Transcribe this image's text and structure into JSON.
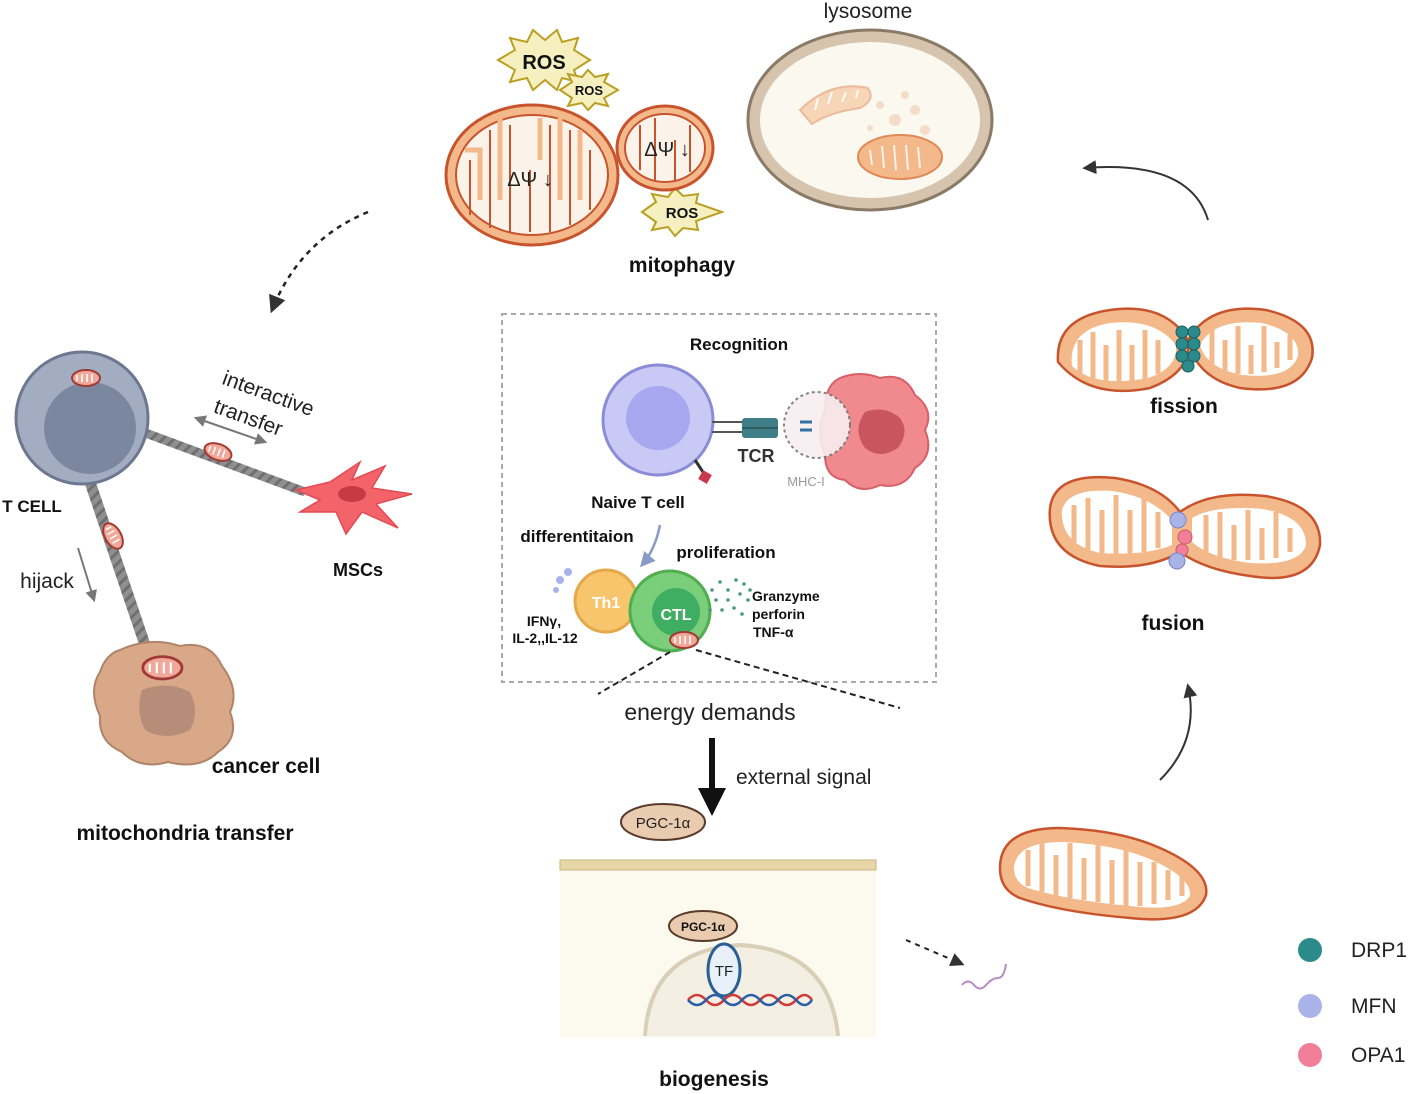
{
  "labels": {
    "lysosome": "lysosome",
    "ros_big": "ROS",
    "ros_small": "ROS",
    "ros_bottom": "ROS",
    "delta_psi_left": "ΔΨ ↓",
    "delta_psi_right": "ΔΨ ↓",
    "mitophagy": "mitophagy",
    "recognition": "Recognition",
    "tcr": "TCR",
    "mhc": "MHC-I",
    "naive_t_cell": "Naive T cell",
    "differentiation": "differentitaion",
    "proliferation": "proliferation",
    "th1": "Th1",
    "ctl": "CTL",
    "cytokines_line1": "IFNγ,",
    "cytokines_line2": "IL-2,,IL-12",
    "granzyme": "Granzyme",
    "perforin": "perforin",
    "tnf": "TNF-α",
    "energy_demands": "energy demands",
    "external_signal": "external signal",
    "pgc_outer": "PGC-1α",
    "pgc_inner": "PGC-1α",
    "tf": "TF",
    "biogenesis": "biogenesis",
    "t_cell": "T CELL",
    "interactive": "interactive",
    "transfer": "transfer",
    "mscs": "MSCs",
    "hijack": "hijack",
    "cancer_cell": "cancer  cell",
    "mito_transfer": "mitochondria transfer",
    "fission": "fission",
    "fusion": "fusion"
  },
  "legend": [
    {
      "label": "DRP1",
      "color": "#2b8a8a"
    },
    {
      "label": "MFN",
      "color": "#a9b3e8"
    },
    {
      "label": "OPA1",
      "color": "#f07f97"
    }
  ],
  "colors": {
    "mito_fill": "#f4b98a",
    "mito_edge": "#c8542e",
    "tcell": "#8e9bb3",
    "naive_cell": "#b8b9f2",
    "ctl_cell": "#7ccf7a",
    "th1_cell": "#f7c56c",
    "cancer": "#d8a888",
    "msc": "#f2646a",
    "tumor": "#f08a8e"
  }
}
